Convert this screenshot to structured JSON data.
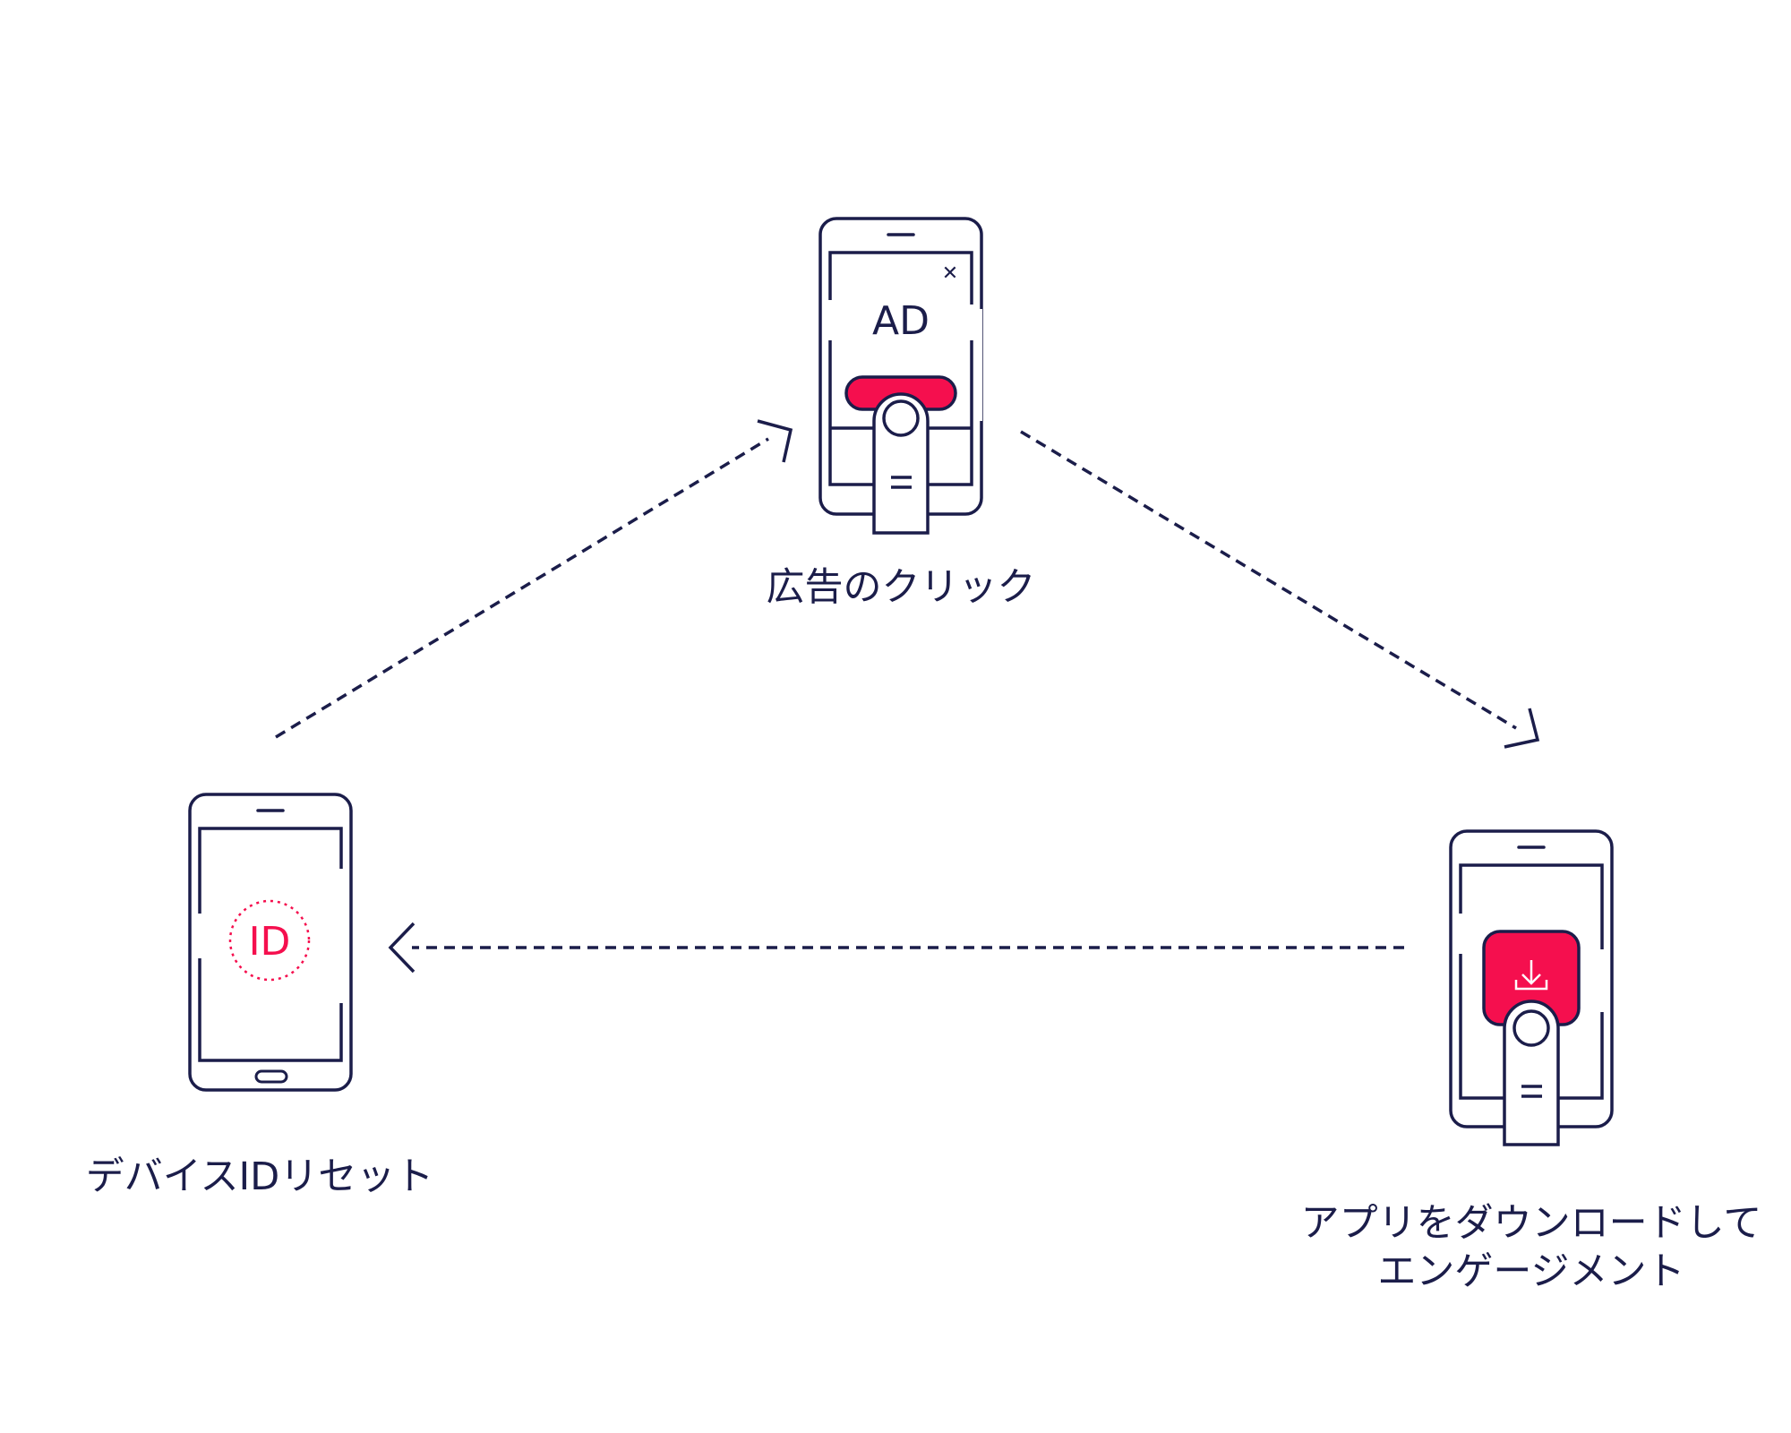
{
  "colors": {
    "stroke": "#1b1d4a",
    "accent": "#f50f4e",
    "background": "#ffffff"
  },
  "steps": [
    {
      "id": "ad-click",
      "label": "広告のクリック",
      "screen_text": "AD",
      "icon": "ad-click-phone-icon"
    },
    {
      "id": "app-download",
      "label_lines": [
        "アプリをダウンロードして",
        "エンゲージメント"
      ],
      "icon": "download-phone-icon"
    },
    {
      "id": "device-id-reset",
      "label": "デバイスIDリセット",
      "screen_text": "ID",
      "icon": "id-reset-phone-icon"
    }
  ],
  "arrows": [
    {
      "from": "device-id-reset",
      "to": "ad-click"
    },
    {
      "from": "ad-click",
      "to": "app-download"
    },
    {
      "from": "app-download",
      "to": "device-id-reset"
    }
  ]
}
